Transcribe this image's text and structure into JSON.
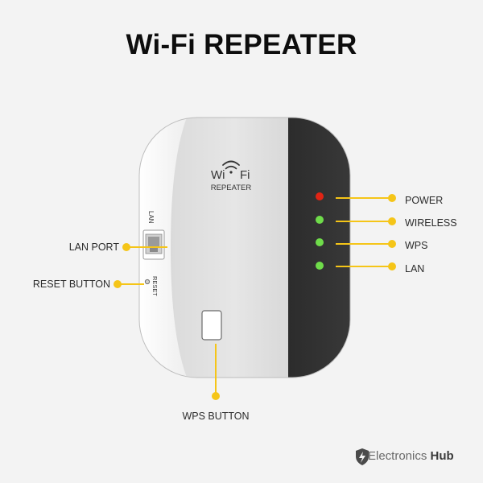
{
  "title": "Wi-Fi REPEATER",
  "device": {
    "logo_wi": "Wi",
    "logo_fi": "Fi",
    "logo_sub": "REPEATER",
    "side_lan": "LAN",
    "side_reset": "RESET"
  },
  "callouts": {
    "power": "POWER",
    "wireless": "WIRELESS",
    "wps": "WPS",
    "lan": "LAN",
    "lan_port": "LAN PORT",
    "reset_button": "RESET BUTTON",
    "wps_button": "WPS BUTTON"
  },
  "led_colors": {
    "power": "#e02414",
    "wireless": "#6fdc4a",
    "wps": "#6fdc4a",
    "lan": "#6fdc4a"
  },
  "accent_color": "#f5c518",
  "brand": {
    "name_light": "Electronics",
    "name_bold": "Hub",
    "icon": "shield-bolt-icon"
  }
}
